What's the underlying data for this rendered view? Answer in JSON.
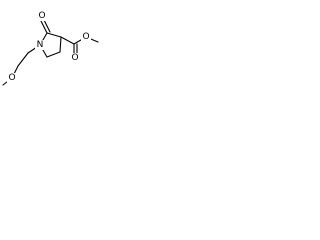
{
  "molecule": {
    "atoms": {
      "n1": "N",
      "o_ketone": "O",
      "o_ester_carbonyl": "O",
      "o_ester_single": "O",
      "o_methoxy": "O"
    }
  }
}
